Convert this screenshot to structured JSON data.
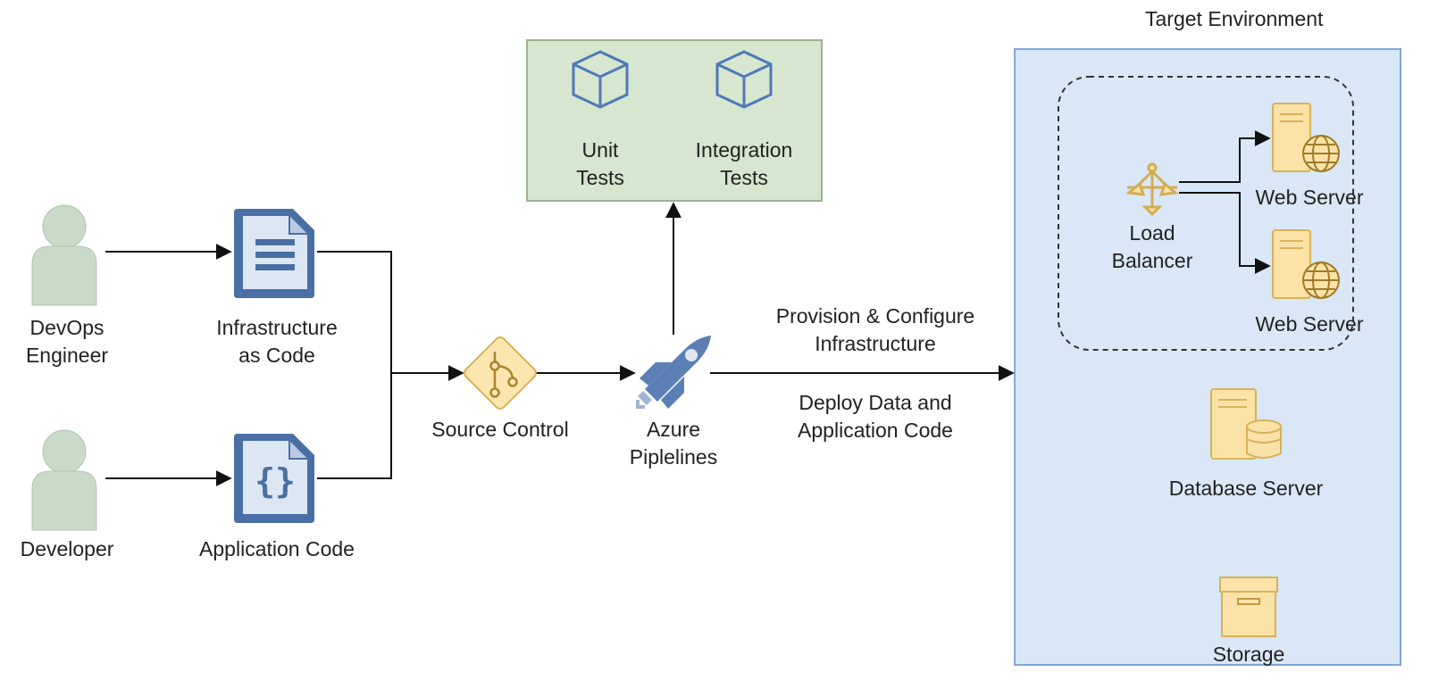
{
  "actors": {
    "devops": [
      "DevOps",
      "Engineer"
    ],
    "developer": [
      "Developer"
    ]
  },
  "artifacts": {
    "iac": [
      "Infrastructure",
      "as Code"
    ],
    "app_code": [
      "Application Code"
    ]
  },
  "source_control": [
    "Source Control"
  ],
  "pipelines": [
    "Azure",
    "Piplelines"
  ],
  "tests": {
    "unit": [
      "Unit",
      "Tests"
    ],
    "integration": [
      "Integration",
      "Tests"
    ]
  },
  "edges": {
    "provision": [
      "Provision & Configure",
      "Infrastructure"
    ],
    "deploy": [
      "Deploy Data and",
      "Application Code"
    ]
  },
  "environment": {
    "title": "Target Environment",
    "load_balancer": [
      "Load",
      "Balancer"
    ],
    "web_server_1": [
      "Web Server"
    ],
    "web_server_2": [
      "Web Server"
    ],
    "database": [
      "Database Server"
    ],
    "storage": [
      "Storage"
    ]
  },
  "colors": {
    "actor_fill": "#c9dac9",
    "doc_border": "#4a6fa5",
    "doc_fill": "#dde7f3",
    "git_fill": "#fbe6b0",
    "git_stroke": "#d8b25a",
    "rocket": "#5b7fb5",
    "tests_fill": "#d7e6cf",
    "tests_stroke": "#9bb48e",
    "cube_stroke": "#4f79b8",
    "env_fill": "#d9e7f7",
    "env_stroke": "#7ea6d8",
    "server_fill": "#fbe3a8",
    "server_stroke": "#d8b25a"
  }
}
